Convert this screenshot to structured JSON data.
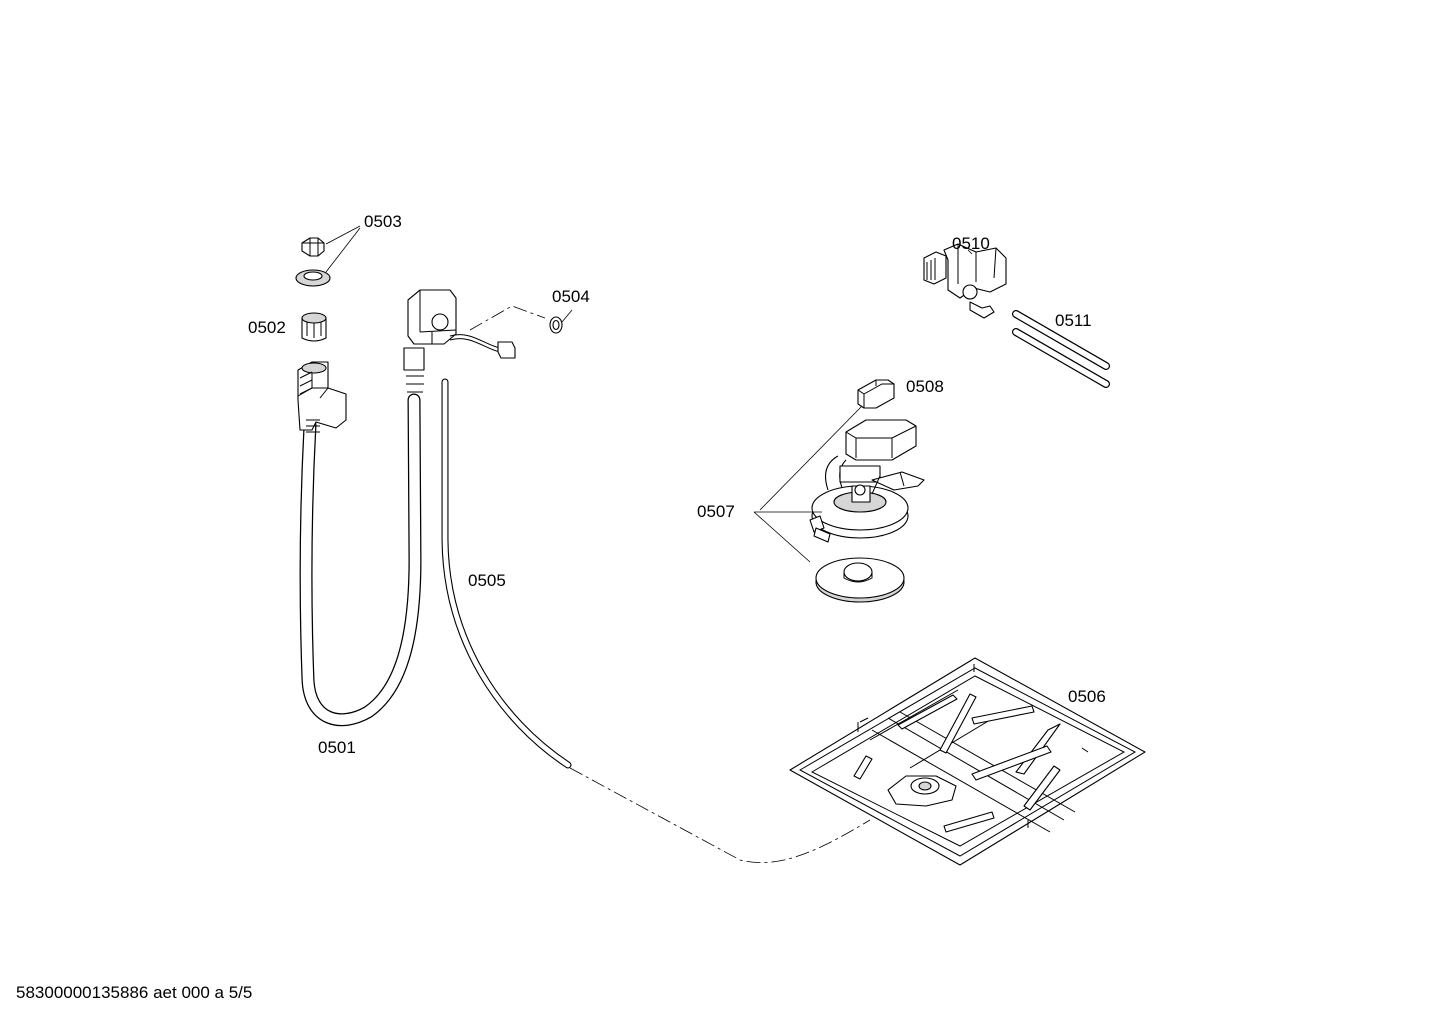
{
  "labels": {
    "p0501": "0501",
    "p0502": "0502",
    "p0503": "0503",
    "p0504": "0504",
    "p0505": "0505",
    "p0506": "0506",
    "p0507": "0507",
    "p0508": "0508",
    "p0510": "0510",
    "p0511": "0511"
  },
  "footer": "58300000135886 aet 000 a 5/5"
}
